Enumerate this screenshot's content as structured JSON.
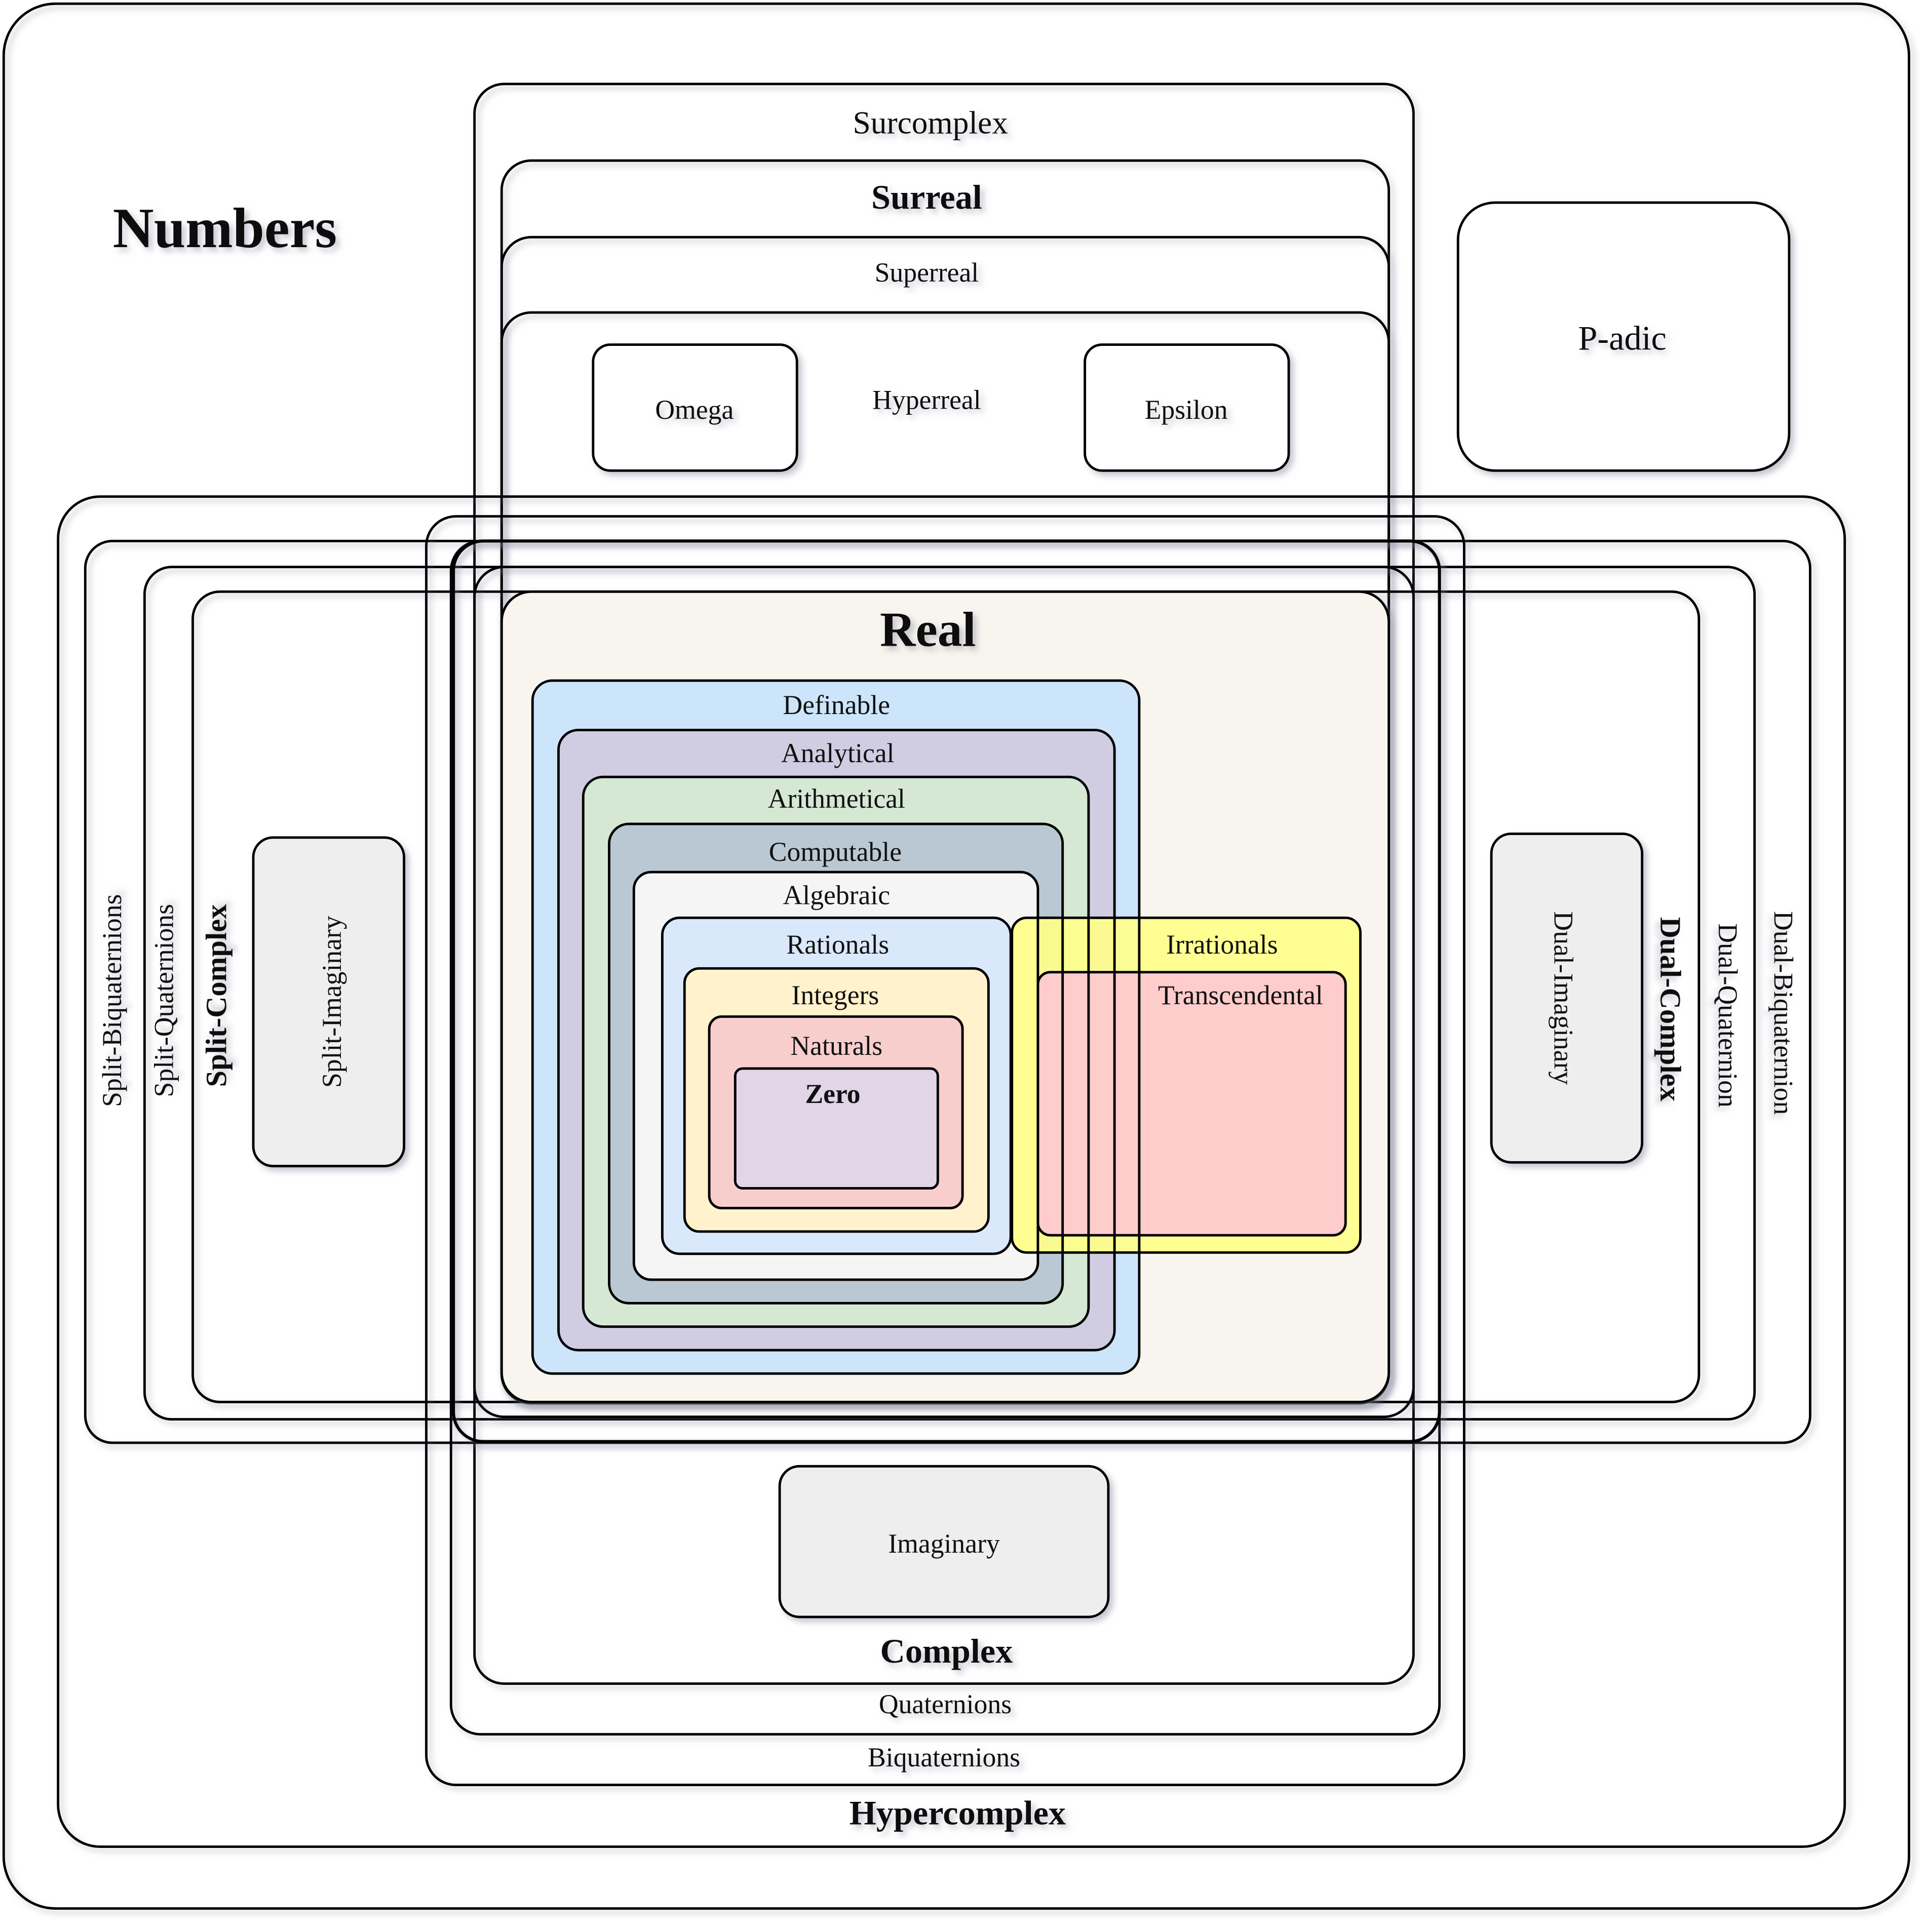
{
  "title": "Numbers",
  "labels": {
    "surcomplex": "Surcomplex",
    "surreal": "Surreal",
    "superreal": "Superreal",
    "hyperreal": "Hyperreal",
    "omega": "Omega",
    "epsilon": "Epsilon",
    "p_adic": "P-adic",
    "real": "Real",
    "definable": "Definable",
    "analytical": "Analytical",
    "arithmetical": "Arithmetical",
    "computable": "Computable",
    "algebraic": "Algebraic",
    "rationals": "Rationals",
    "integers": "Integers",
    "naturals": "Naturals",
    "zero": "Zero",
    "irrationals": "Irrationals",
    "transcendental": "Transcendental",
    "imaginary": "Imaginary",
    "complex": "Complex",
    "quaternions": "Quaternions",
    "biquaternions": "Biquaternions",
    "hypercomplex": "Hypercomplex",
    "split_biquaternions": "Split-Biquaternions",
    "split_quaternions": "Split-Quaternions",
    "split_complex": "Split-Complex",
    "split_imaginary": "Split-Imaginary",
    "dual_imaginary": "Dual-Imaginary",
    "dual_complex": "Dual-Complex",
    "dual_quaternion": "Dual-Quaternion",
    "dual_biquaternion": "Dual-Biquaternion"
  },
  "colors": {
    "real": "#f8f5ee",
    "definable": "#cce5fb",
    "analytical": "#d0cce2",
    "arithmetical": "#d5e8d4",
    "computable": "#bac8d3",
    "algebraic": "#f5f5f5",
    "rationals": "#dae8fc",
    "integers": "#fff2cc",
    "naturals": "#f8cecc",
    "zero": "#e1d5e7",
    "irrationals": "#ffff88",
    "transcendental": "#ffcccc",
    "gray_box": "#eeeeee"
  }
}
